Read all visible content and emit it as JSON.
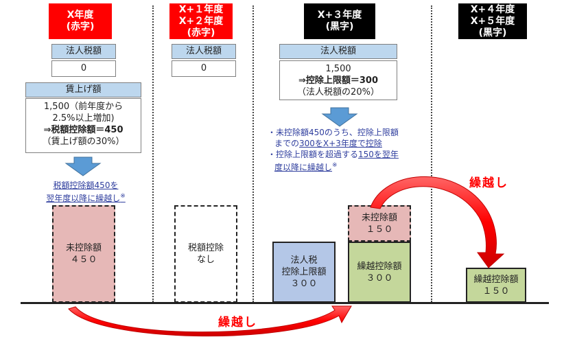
{
  "columns": [
    {
      "header": [
        "X年度",
        "(赤字)"
      ]
    },
    {
      "header": [
        "X+１年度",
        "X+２年度",
        "(赤字)"
      ]
    },
    {
      "header": [
        "X+３年度",
        "(黒字)"
      ]
    },
    {
      "header": [
        "X+４年度",
        "X+５年度",
        "(黒字)"
      ]
    }
  ],
  "col1": {
    "tax_label": "法人税額",
    "tax_value": "0",
    "wage_label": "賃上げ額",
    "wage_lines": [
      "1,500（前年度から",
      "2.5%以上増加)",
      "⇒税額控除額＝450",
      "（賃上げ額の30%）"
    ],
    "note_lines": [
      "税額控除額450を",
      "翌年度以降に繰越し"
    ],
    "note_mark": "※",
    "bar_label": "未控除額\n４５０"
  },
  "col2": {
    "tax_label": "法人税額",
    "tax_value": "0",
    "bar_label": "税額控除\nなし"
  },
  "col3": {
    "tax_label": "法人税額",
    "value_lines": [
      "1,500",
      "⇒控除上限額＝300",
      "（法人税額の20%）"
    ],
    "notes": [
      {
        "text_pre": "・未控除額450のうち、控除上限額",
        "text_line2_pre": "までの",
        "underlined": "300をX+3年度で控除",
        "text_post": ""
      },
      {
        "text_pre": "・",
        "underlined": "控除上限額を超過する",
        "text_mid": "",
        "underlined2": "150を翌年",
        "line2_underlined": "度以降に繰越し",
        "mark": "※"
      }
    ],
    "bar_tax_limit": "法人税\n控除上限額\n３００",
    "bar_carry_used": "繰越控除額\n３００",
    "bar_uncredited": "未控除額\n１５０"
  },
  "col4": {
    "bar_carry": "繰越控除額\n１５０"
  },
  "labels": {
    "carry_top": "繰越し",
    "carry_bottom": "繰越し"
  },
  "colors": {
    "red": "#ff0000",
    "black": "#000000",
    "blue_fill": "#bdd7ee",
    "pink_fill": "#e6b8b7",
    "green_fill": "#c4d79b",
    "blue_bar": "#b4c7e7",
    "arrow_blue": "#5b9bd5",
    "note_text": "#2f3e9e"
  }
}
